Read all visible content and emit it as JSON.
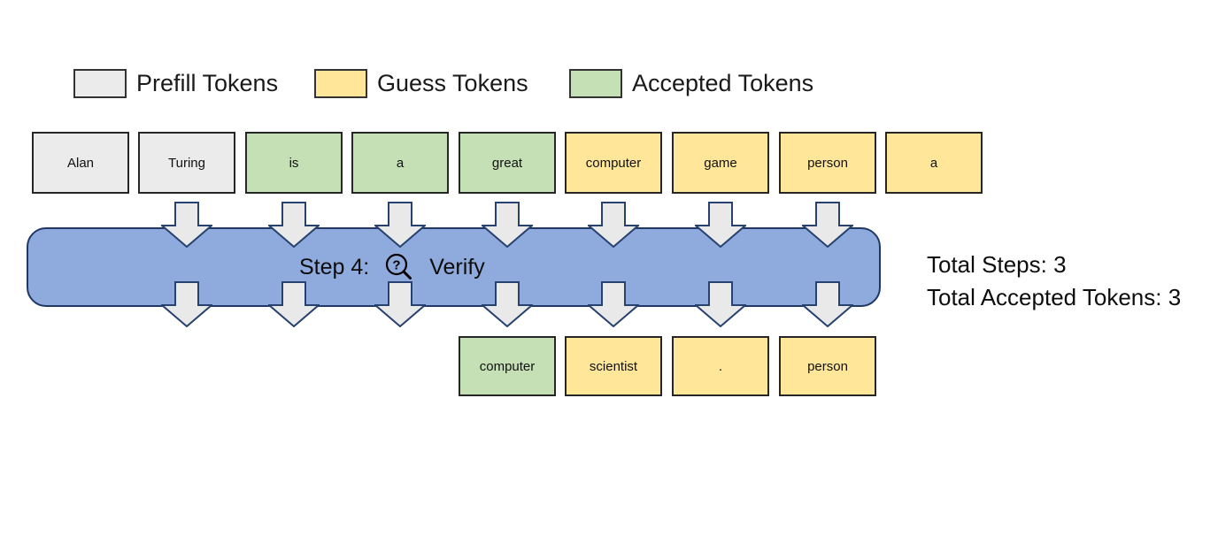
{
  "legend": {
    "items": [
      {
        "label": "Prefill Tokens",
        "type": "prefill"
      },
      {
        "label": "Guess Tokens",
        "type": "guess"
      },
      {
        "label": "Accepted Tokens",
        "type": "accepted"
      }
    ]
  },
  "top_tokens": [
    {
      "text": "Alan",
      "type": "prefill"
    },
    {
      "text": "Turing",
      "type": "prefill"
    },
    {
      "text": "is",
      "type": "accepted"
    },
    {
      "text": "a",
      "type": "accepted"
    },
    {
      "text": "great",
      "type": "accepted"
    },
    {
      "text": "computer",
      "type": "guess"
    },
    {
      "text": "game",
      "type": "guess"
    },
    {
      "text": "person",
      "type": "guess"
    },
    {
      "text": "a",
      "type": "guess"
    }
  ],
  "step_bar": {
    "prefix": "Step 4:",
    "icon": "magnifier-question-icon",
    "action": "Verify"
  },
  "stats": {
    "total_steps": "Total Steps: 3",
    "total_accepted": "Total Accepted Tokens: 3"
  },
  "bottom_tokens": [
    {
      "text": "computer",
      "type": "accepted"
    },
    {
      "text": "scientist",
      "type": "guess"
    },
    {
      "text": ".",
      "type": "guess"
    },
    {
      "text": "person",
      "type": "guess"
    }
  ],
  "colors": {
    "prefill": "#ebebeb",
    "guess": "#ffe699",
    "accepted": "#c5e0b4",
    "bar_fill": "#8faadc",
    "bar_border": "#1f3864",
    "arrow_fill": "#e9e9e9",
    "arrow_border": "#27426f"
  }
}
